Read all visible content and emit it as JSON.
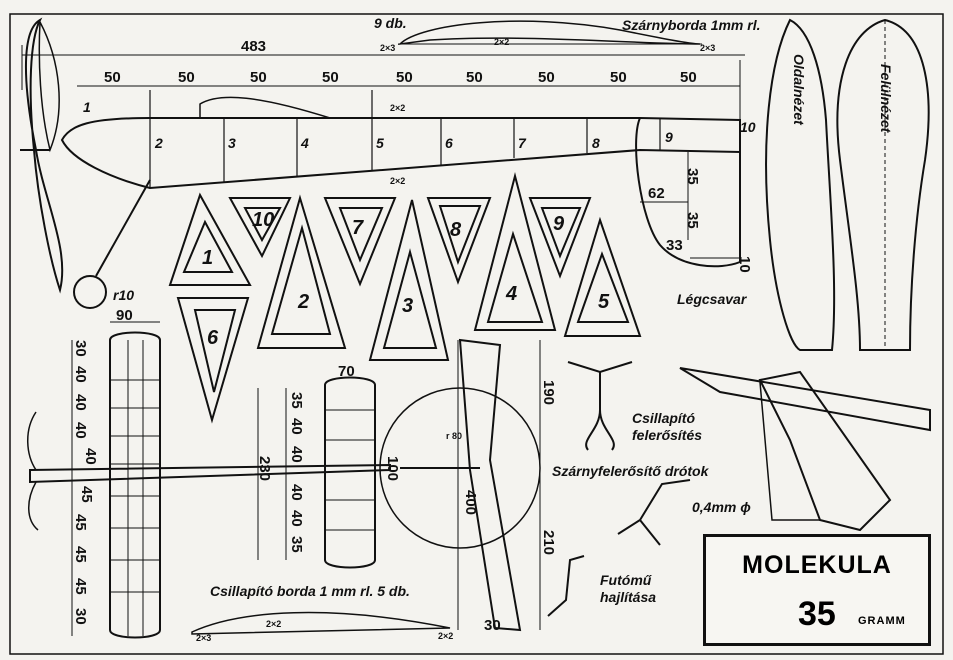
{
  "title": "MOLEKULA",
  "weight": {
    "value": "35",
    "unit": "GRAMM"
  },
  "fuselage": {
    "total_length": "483",
    "bay_spacings": [
      "50",
      "50",
      "50",
      "50",
      "50",
      "50",
      "50",
      "50",
      "50"
    ],
    "formers": [
      "1",
      "2",
      "3",
      "4",
      "5",
      "6",
      "7",
      "8",
      "9",
      "10"
    ],
    "stringer_top": "2×2",
    "stringer_bottom": "2×2",
    "propeller_radius": "r10"
  },
  "wing_rib": {
    "count": "9 db.",
    "title": "Szárnyborda 1mm rl.",
    "left": "2×3",
    "mid": "2×2",
    "right": "2×3"
  },
  "side_view": "Oldalnézet",
  "top_view": "Felülnézet",
  "propeller": "Légcsavar",
  "prop_dims": {
    "a": "62",
    "b": "35",
    "c": "35",
    "d": "33",
    "e": "10"
  },
  "formers_cut": [
    "1",
    "2",
    "3",
    "4",
    "5",
    "6",
    "7",
    "8",
    "9",
    "10"
  ],
  "wing_plan": {
    "width": "90",
    "spacings": [
      "30",
      "40",
      "40",
      "40",
      "40",
      "45",
      "45",
      "45",
      "45",
      "30"
    ]
  },
  "stab_plan": {
    "width": "70",
    "length": "230",
    "spacings": [
      "35",
      "40",
      "40",
      "40",
      "40",
      "35"
    ]
  },
  "front_view": {
    "dihedral_radius": "r 80",
    "spread": "100",
    "height": "400",
    "upper": "190",
    "lower": "210",
    "tip": "30"
  },
  "stab_mount": "Csillapító felerősítés",
  "wing_wires": "Szárnyfelerősítő drótok",
  "wire_size": "0,4mm ϕ",
  "landing_gear": "Futómű hajlítása",
  "stab_rib": {
    "title": "Csillapító borda 1 mm rl. 5 db.",
    "left": "2×3",
    "mid": "2×2",
    "right": "2×2"
  }
}
